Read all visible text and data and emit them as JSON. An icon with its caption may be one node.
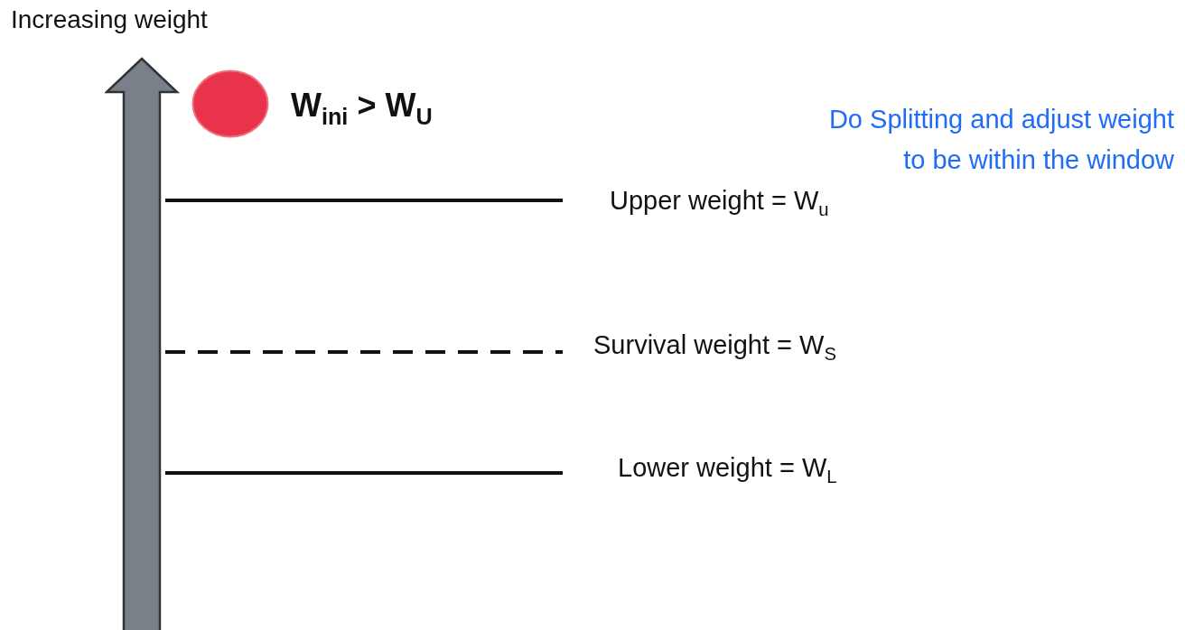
{
  "diagram": {
    "nodes": [
      {
        "text": [],
        "shape": "circle",
        "beside": [
          "W$_{ini}$ > W$_{U}$"
        ]
      },
      {
        "text": [],
        "shape": "bar",
        "beside": [
          "Upper weight = W$_{u}$"
        ]
      },
      {
        "text": [],
        "shape": "bar",
        "beside": [
          "Survival weight = W$_{S}$"
        ]
      },
      {
        "text": [],
        "shape": "bar",
        "beside": [
          "Lower weight = W$_{L}$"
        ]
      }
    ],
    "labels": [
      "Increasing weight",
      "Do Splitting and adjust weight to be within the window"
    ]
  }
}
